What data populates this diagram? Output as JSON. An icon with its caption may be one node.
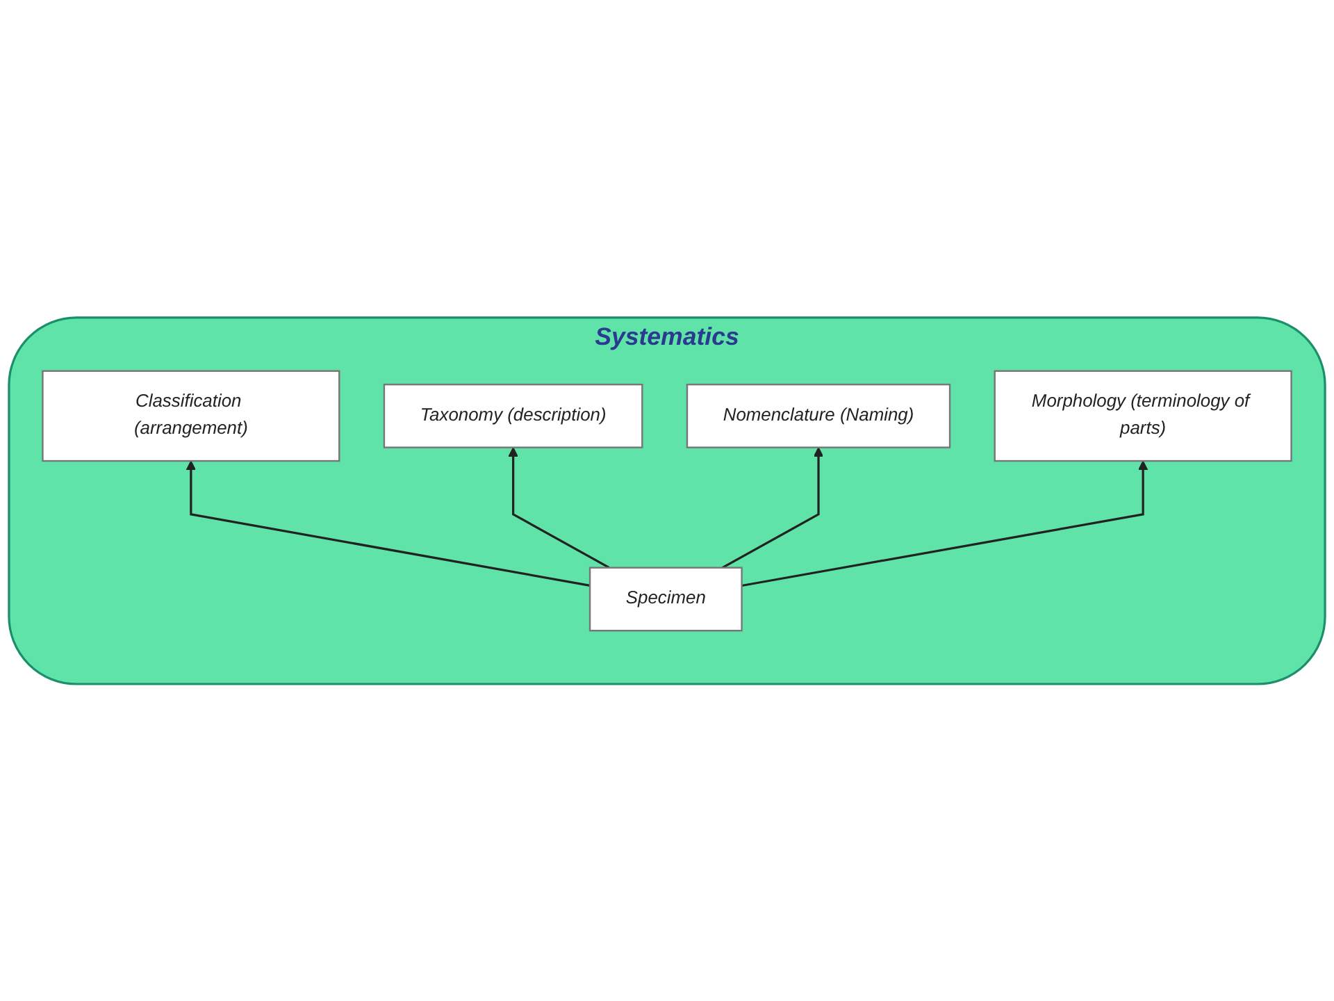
{
  "diagram": {
    "nodes": [
      {
        "text": [
          "Systematics"
        ]
      },
      {
        "text": [
          "Classification (arrangement)"
        ],
        "in": 0
      },
      {
        "text": [
          "Nomenclature (Naming)"
        ],
        "in": 0
      },
      {
        "text": [
          "Taxonomy (description)"
        ],
        "in": 0
      },
      {
        "text": [
          "Morphology (terminology of parts)"
        ],
        "in": 0
      },
      {
        "text": [
          "Specimen"
        ],
        "in": 0
      }
    ],
    "edges": [
      {
        "from": 5,
        "to": 3,
        "arrow": "to"
      },
      {
        "from": 5,
        "to": 1,
        "arrow": "to"
      },
      {
        "from": 5,
        "to": 2,
        "arrow": "to"
      },
      {
        "from": 5,
        "to": 4,
        "arrow": "to"
      }
    ]
  }
}
